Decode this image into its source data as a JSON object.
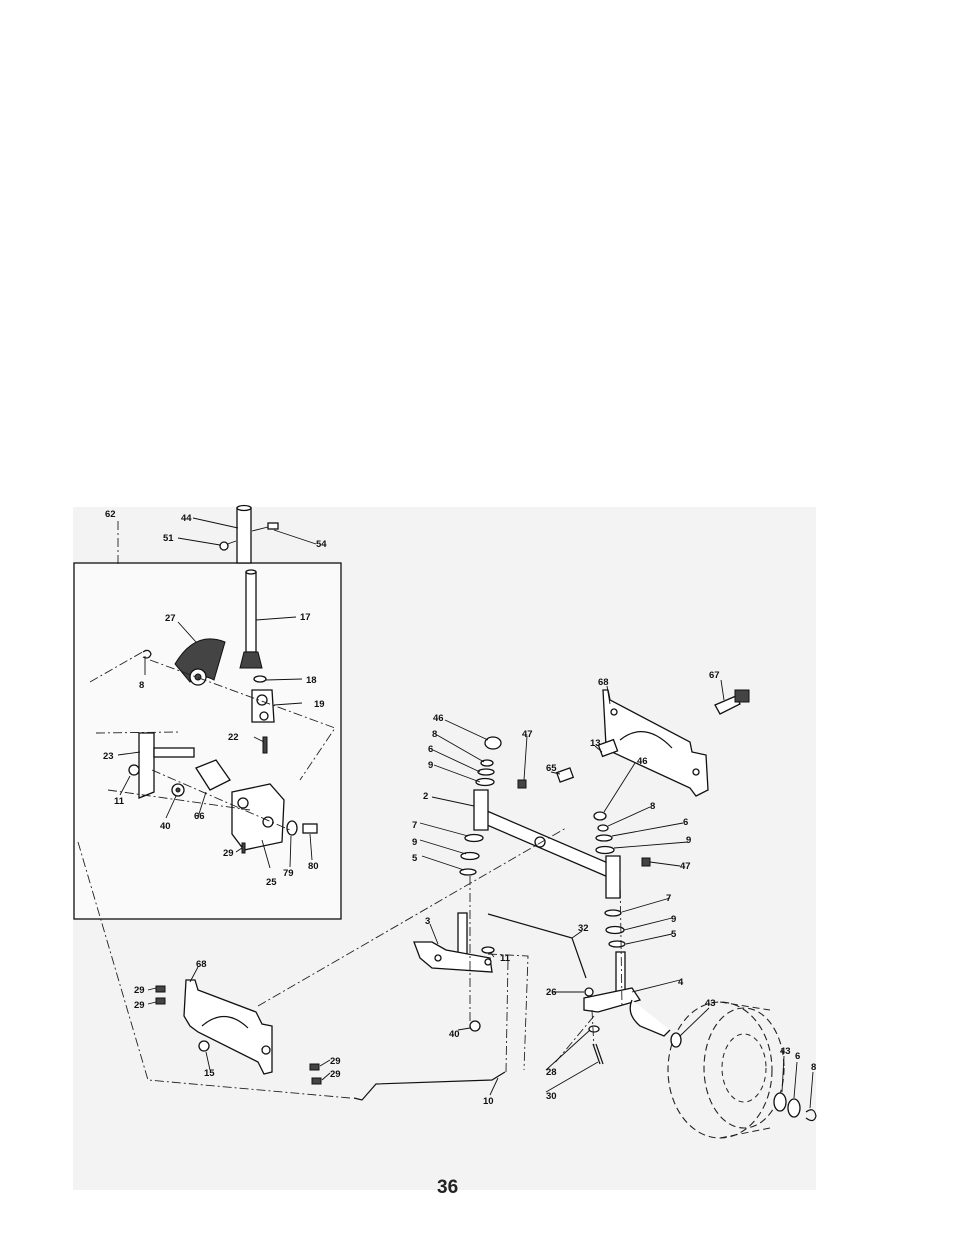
{
  "page_number": "36",
  "labels": {
    "l62": "62",
    "l44": "44",
    "l51": "51",
    "l54": "54",
    "l17": "17",
    "l27": "27",
    "l8a": "8",
    "l18": "18",
    "l19": "19",
    "l22": "22",
    "l23": "23",
    "l11a": "11",
    "l40a": "40",
    "l66": "66",
    "l29a": "29",
    "l25": "25",
    "l79": "79",
    "l80": "80",
    "l68a": "68",
    "l67": "67",
    "l46a": "46",
    "l8b": "8",
    "l6a": "6",
    "l9a": "9",
    "l47a": "47",
    "l65": "65",
    "l13": "13",
    "l2": "2",
    "l46b": "46",
    "l8c": "8",
    "l6b": "6",
    "l9b": "9",
    "l7a": "7",
    "l9c": "9",
    "l5a": "5",
    "l47b": "47",
    "l7b": "7",
    "l9d": "9",
    "l5b": "5",
    "l3": "3",
    "l32": "32",
    "l11b": "11",
    "l4": "4",
    "l43a": "43",
    "l26": "26",
    "l40b": "40",
    "l28": "28",
    "l30": "30",
    "l43b": "43",
    "l6c": "6",
    "l8d": "8",
    "l68b": "68",
    "l29b": "29",
    "l29c": "29",
    "l15": "15",
    "l29d": "29",
    "l29e": "29",
    "l10": "10"
  }
}
